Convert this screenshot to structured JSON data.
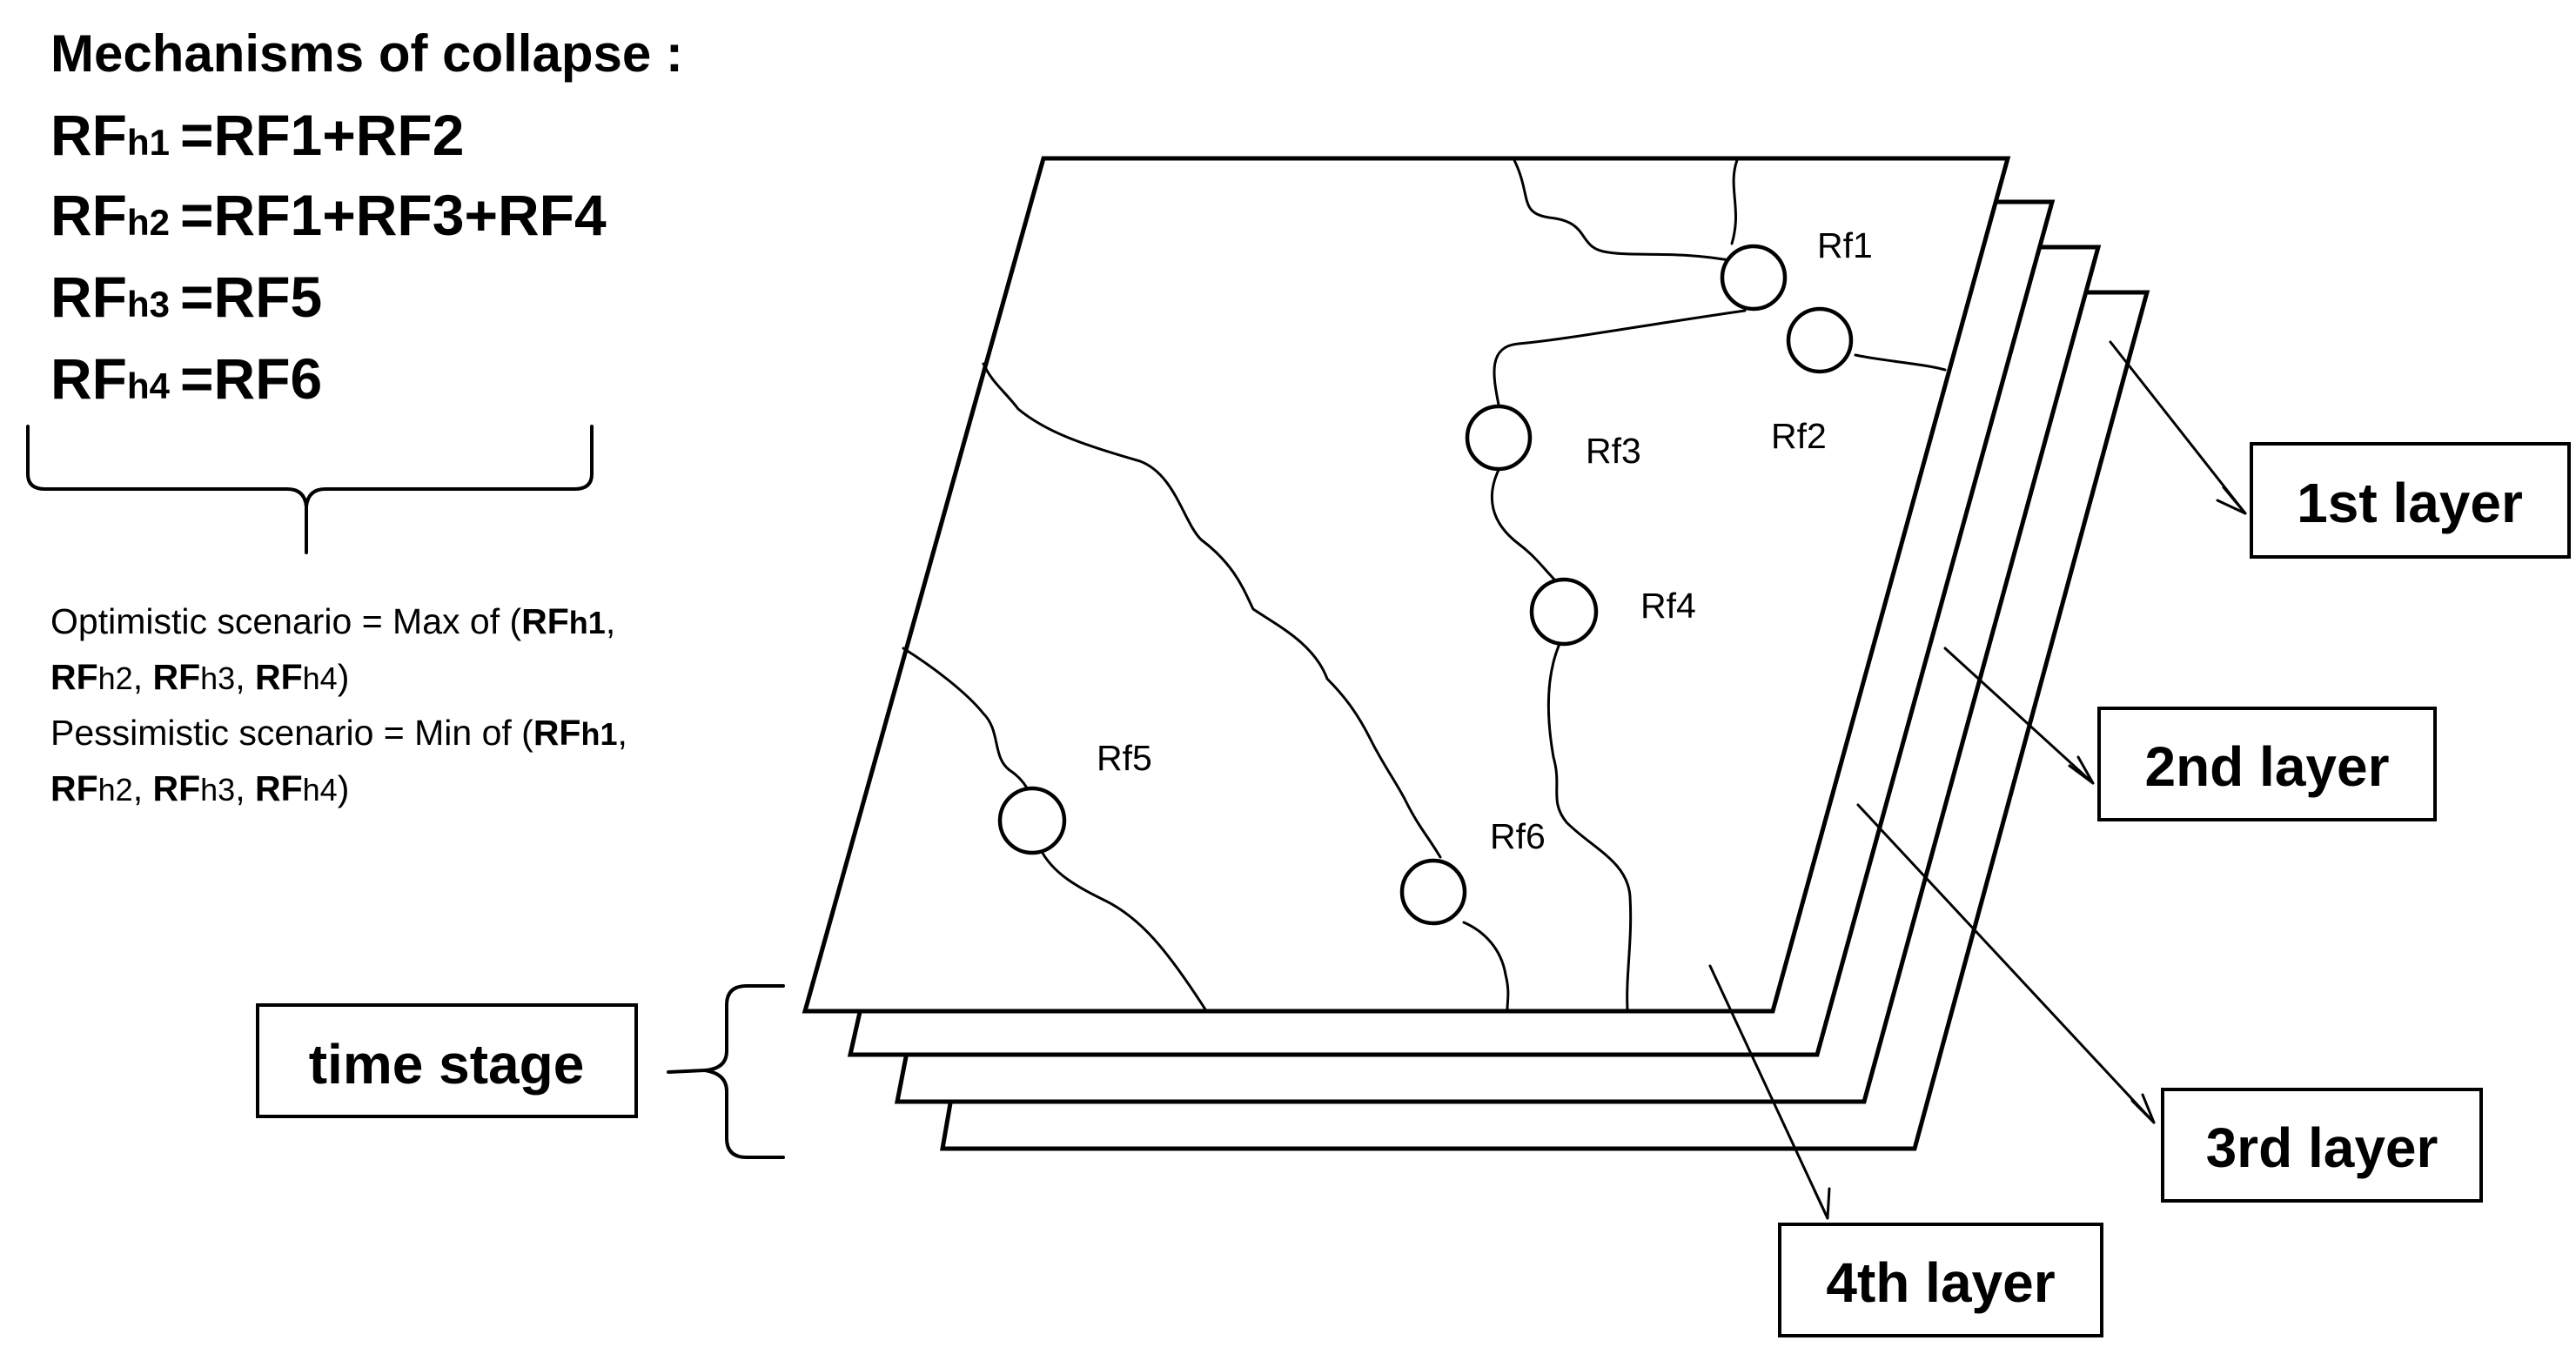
{
  "heading": "Mechanisms of collapse :",
  "mechanisms": [
    {
      "label": "RF",
      "sub": "h1",
      "expr": "=RF1+RF2"
    },
    {
      "label": "RF",
      "sub": "h2",
      "expr": "=RF1+RF3+RF4"
    },
    {
      "label": "RF",
      "sub": "h3",
      "expr": "=RF5"
    },
    {
      "label": "RF",
      "sub": "h4",
      "expr": "=RF6"
    }
  ],
  "scenarios": {
    "optimistic": {
      "line1_prefix": "Optimistic scenario = Max of (",
      "line1_items": [
        {
          "label": "RF",
          "sub": "h1",
          "after": ","
        }
      ],
      "line2_items": [
        {
          "label": "RF",
          "sub": "h2",
          "after": ", "
        },
        {
          "label": "RF",
          "sub": "h3",
          "after": ", "
        },
        {
          "label": "RF",
          "sub": "h4",
          "after": ")"
        }
      ]
    },
    "pessimistic": {
      "line1_prefix": "Pessimistic scenario = Min of (",
      "line1_items": [
        {
          "label": "RF",
          "sub": "h1",
          "after": ","
        }
      ],
      "line2_items": [
        {
          "label": "RF",
          "sub": "h2",
          "after": ", "
        },
        {
          "label": "RF",
          "sub": "h3",
          "after": ", "
        },
        {
          "label": "RF",
          "sub": "h4",
          "after": ")"
        }
      ]
    }
  },
  "nodes": [
    "Rf1",
    "Rf2",
    "Rf3",
    "Rf4",
    "Rf5",
    "Rf6"
  ],
  "layers": [
    "1st layer",
    "2nd layer",
    "3rd layer",
    "4th layer"
  ],
  "time_stage": "time stage"
}
